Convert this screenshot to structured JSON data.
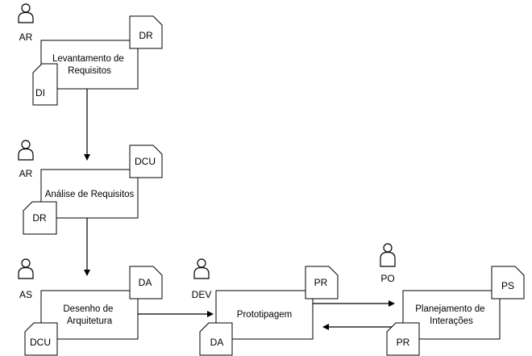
{
  "roles": {
    "r1": "AR",
    "r2": "AR",
    "r3": "AS",
    "r4": "DEV",
    "r5": "PO"
  },
  "steps": {
    "levantamento": [
      "Levantamento de",
      "Requisitos"
    ],
    "analise": [
      "Análise de Requisitos"
    ],
    "desenho": [
      "Desenho de",
      "Arquitetura"
    ],
    "prototipagem": [
      "Prototipagem"
    ],
    "planejamento": [
      "Planejamento de",
      "Interações"
    ]
  },
  "docs": {
    "levantamento_out": "DR",
    "levantamento_in": "DI",
    "analise_out": "DCU",
    "analise_in": "DR",
    "desenho_out": "DA",
    "desenho_in": "DCU",
    "prototipagem_out": "PR",
    "prototipagem_in": "DA",
    "planejamento_out": "PS",
    "planejamento_in": "PR"
  },
  "icons": {
    "person": "person-icon",
    "document": "document-icon"
  },
  "colors": {
    "stroke": "#000000",
    "background": "#ffffff"
  }
}
